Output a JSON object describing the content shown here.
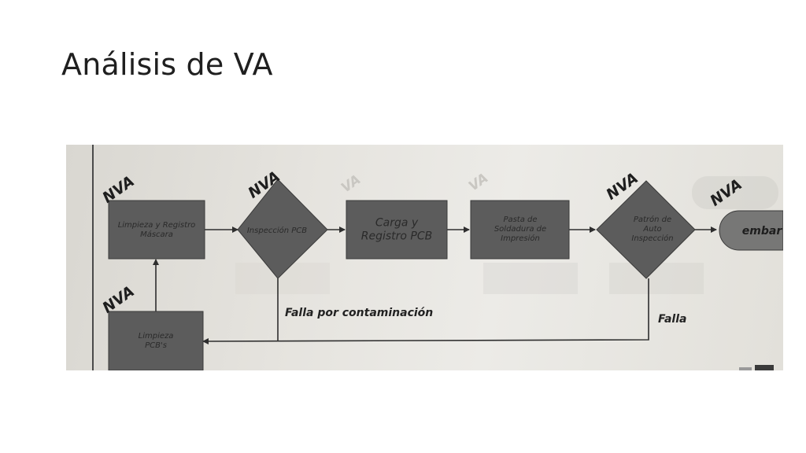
{
  "slide": {
    "title": "Análisis de VA"
  },
  "diagram": {
    "nodes": {
      "limpieza_registro": "Limpieza y Registro|Máscara",
      "inspeccion_pcb": "Inspección PCB",
      "carga_registro": "Carga y|Registro PCB",
      "pasta_soldadura": "Pasta de|Soldadura de|Impresión",
      "patron_auto": "Patrón de|Auto|Inspección",
      "embarque": "embar",
      "limpieza_pcbs": "Limpieza|PCB's"
    },
    "tags": {
      "nva_1": "NVA",
      "nva_2": "NVA",
      "va_1": "VA",
      "va_2": "VA",
      "nva_3": "NVA",
      "nva_4": "NVA",
      "nva_5": "NVA"
    },
    "edge_labels": {
      "falla_contaminacion": "Falla por contaminación",
      "falla": "Falla"
    },
    "colors": {
      "box_fill": "#5c5c5c",
      "box_stroke": "#3a3a3a",
      "node_text": "#2a2a2a",
      "tag_dark": "#1e1e1e",
      "tag_faint": "#c9c7c2",
      "line": "#2e2e2e"
    }
  }
}
